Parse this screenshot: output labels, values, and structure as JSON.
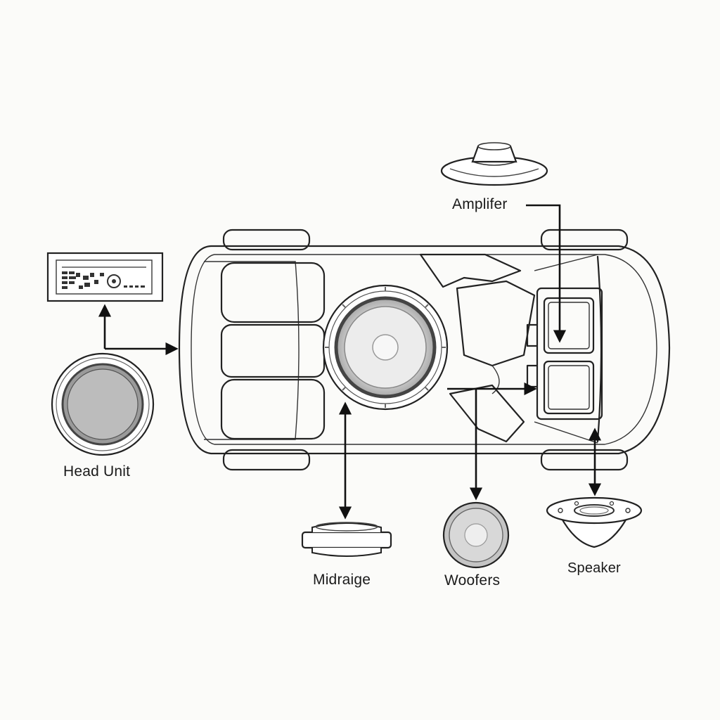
{
  "diagram": {
    "labels": {
      "head_unit": "Head Unit",
      "amplifier": "Amplifer",
      "midrange": "Midraige",
      "woofers": "Woofers",
      "speaker": "Speaker"
    },
    "colors": {
      "line": "#222222",
      "fill_light": "#e6e6e6",
      "fill_mid": "#bdbdbd",
      "background": "#fbfbf9"
    },
    "icons": [
      "head-unit-radio-icon",
      "round-speaker-icon",
      "amplifier-dome-icon",
      "midrange-speaker-icon",
      "woofer-icon",
      "speaker-cone-icon",
      "car-top-view-icon",
      "subwoofer-icon"
    ]
  }
}
